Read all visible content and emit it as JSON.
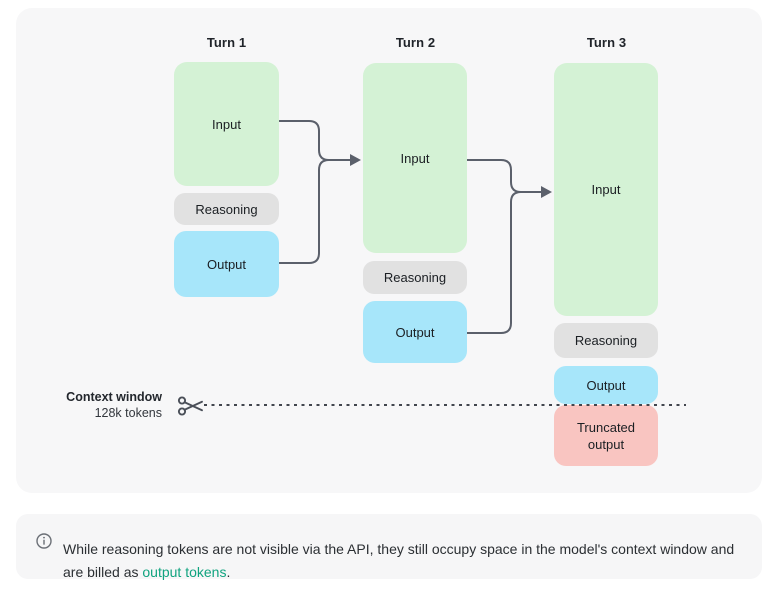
{
  "diagram": {
    "turns": [
      {
        "title": "Turn 1",
        "boxes": [
          {
            "type": "input",
            "label": "Input"
          },
          {
            "type": "reasoning",
            "label": "Reasoning"
          },
          {
            "type": "output",
            "label": "Output"
          }
        ]
      },
      {
        "title": "Turn 2",
        "boxes": [
          {
            "type": "input",
            "label": "Input"
          },
          {
            "type": "reasoning",
            "label": "Reasoning"
          },
          {
            "type": "output",
            "label": "Output"
          }
        ]
      },
      {
        "title": "Turn 3",
        "boxes": [
          {
            "type": "input",
            "label": "Input"
          },
          {
            "type": "reasoning",
            "label": "Reasoning"
          },
          {
            "type": "output",
            "label": "Output"
          },
          {
            "type": "truncated-output",
            "label": "Truncated output"
          }
        ]
      }
    ],
    "context_window": {
      "label": "Context window",
      "tokens": "128k tokens"
    },
    "colors": {
      "input": "#d4f2d5",
      "reasoning": "#e1e1e1",
      "output": "#a7e6fa",
      "truncated_output": "#f9c5c1",
      "connector": "#5b606b",
      "card_background": "#f7f7f8"
    }
  },
  "note": {
    "text_start": "While reasoning tokens are not visible via the API, they still occupy space in the model's context window and are billed as ",
    "link": "output tokens",
    "text_end": ".",
    "link_color": "#10a37f"
  }
}
